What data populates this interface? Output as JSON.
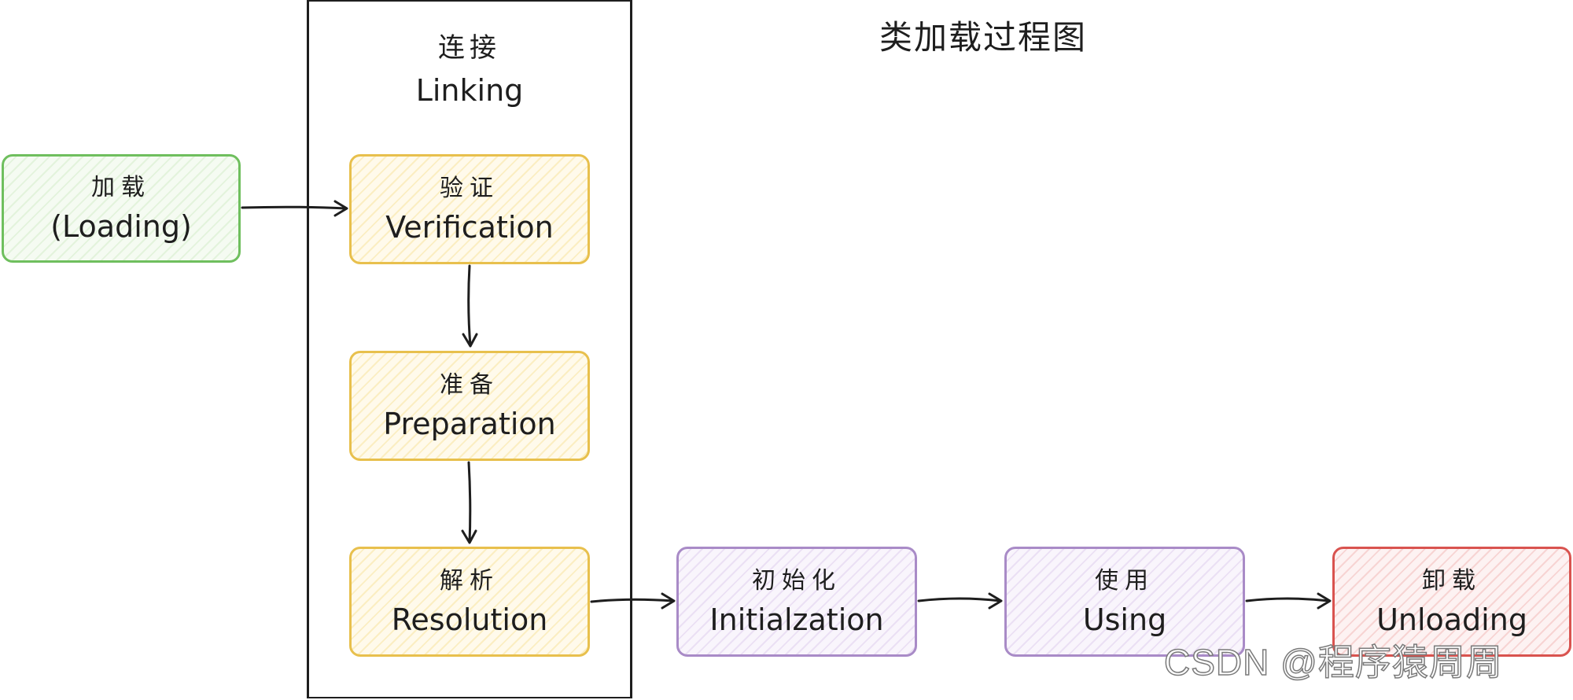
{
  "title": "类加载过程图",
  "linking_group": {
    "label_zh": "连接",
    "label_en": "Linking"
  },
  "nodes": {
    "loading": {
      "zh": "加载",
      "en": "(Loading)",
      "color": "#6fbf5e"
    },
    "verification": {
      "zh": "验证",
      "en": "Verification",
      "color": "#e8c04d"
    },
    "preparation": {
      "zh": "准备",
      "en": "Preparation",
      "color": "#e8c04d"
    },
    "resolution": {
      "zh": "解析",
      "en": "Resolution",
      "color": "#e8c04d"
    },
    "initialization": {
      "zh": "初始化",
      "en": "Initialzation",
      "color": "#a98bc7"
    },
    "using": {
      "zh": "使用",
      "en": "Using",
      "color": "#a98bc7"
    },
    "unloading": {
      "zh": "卸载",
      "en": "Unloading",
      "color": "#d9534f"
    }
  },
  "edges": [
    {
      "from": "loading",
      "to": "verification"
    },
    {
      "from": "verification",
      "to": "preparation"
    },
    {
      "from": "preparation",
      "to": "resolution"
    },
    {
      "from": "resolution",
      "to": "initialization"
    },
    {
      "from": "initialization",
      "to": "using"
    },
    {
      "from": "using",
      "to": "unloading"
    }
  ],
  "watermark": "CSDN @程序猿周周"
}
